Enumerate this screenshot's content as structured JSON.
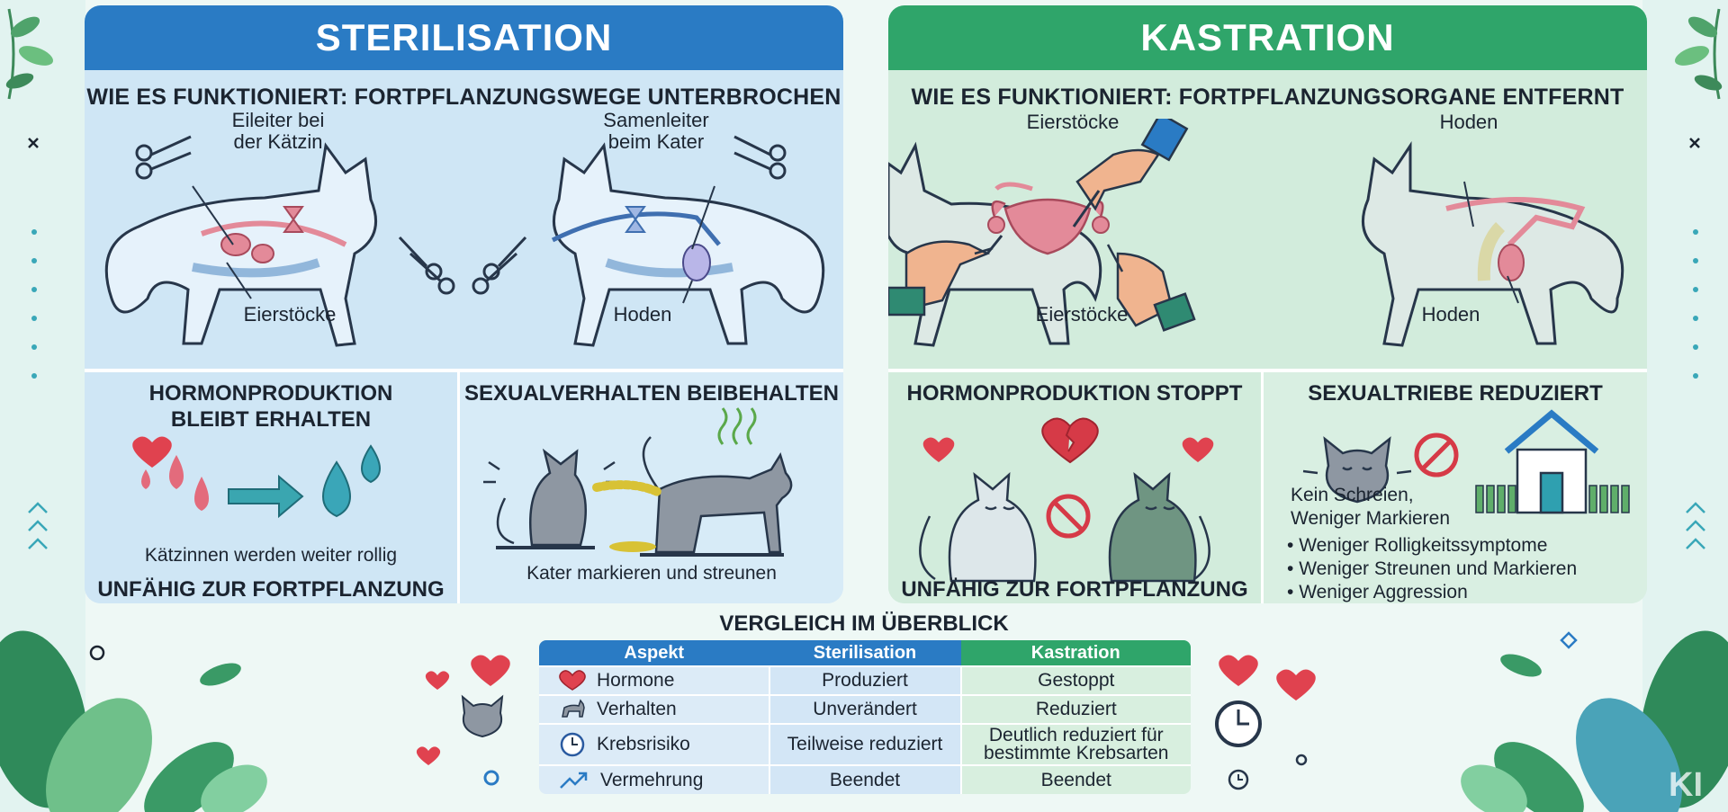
{
  "sterilisation": {
    "header": "STERILISATION",
    "how_title": "WIE ES FUNKTIONIERT: FORTPFLANZUNGSWEGE UNTERBROCHEN",
    "labels": {
      "eileiter": "Eileiter bei\nder Kätzin",
      "samenleiter": "Samenleiter\nbeim Kater",
      "eierstoecke": "Eierstöcke",
      "hoden": "Hoden"
    },
    "hormone_box": {
      "title": "HORMONPRODUKTION\nBLEIBT ERHALTEN",
      "text": "Kätzinnen werden weiter rollig",
      "bold": "UNFÄHIG ZUR FORTPFLANZUNG"
    },
    "behavior_box": {
      "title": "SEXUALVERHALTEN BEIBEHALTEN",
      "text": "Kater markieren und streunen"
    }
  },
  "kastration": {
    "header": "KASTRATION",
    "how_title": "WIE ES FUNKTIONIERT: FORTPFLANZUNGSORGANE ENTFERNT",
    "labels": {
      "eierstoecke_top": "Eierstöcke",
      "eierstoecke_bottom": "Eierstöcke",
      "hoden_top": "Hoden",
      "hoden_bottom": "Hoden"
    },
    "hormone_box": {
      "title": "HORMONPRODUKTION STOPPT",
      "bold": "UNFÄHIG ZUR FORTPFLANZUNG"
    },
    "behavior_box": {
      "title": "SEXUALTRIEBE REDUZIERT",
      "text": "Kein Schreien,\nWeniger Markieren",
      "bullets": [
        "Weniger Rolligkeitssymptome",
        "Weniger Streunen und Markieren",
        "Weniger Aggression"
      ]
    }
  },
  "comparison": {
    "title": "VERGLEICH IM ÜBERBLICK",
    "headers": [
      "Aspekt",
      "Sterilisation",
      "Kastration"
    ],
    "rows": [
      {
        "icon": "heart-icon",
        "aspect": "Hormone",
        "ster": "Produziert",
        "kast": "Gestoppt"
      },
      {
        "icon": "cat-icon",
        "aspect": "Verhalten",
        "ster": "Unverändert",
        "kast": "Reduziert"
      },
      {
        "icon": "clock-icon",
        "aspect": "Krebsrisiko",
        "ster": "Teilweise reduziert",
        "kast": "Deutlich reduziert für\nbestimmte Krebsarten"
      },
      {
        "icon": "trend-up-icon",
        "aspect": "Vermehrung",
        "ster": "Beendet",
        "kast": "Beendet"
      }
    ]
  },
  "watermark": "KI",
  "colors": {
    "sterilisation_blue": "#2a7bc4",
    "kastration_green": "#2fa56a",
    "heart_red": "#e0424f",
    "panel_blue": "#cfe6f5",
    "panel_green": "#d2ecdc"
  }
}
